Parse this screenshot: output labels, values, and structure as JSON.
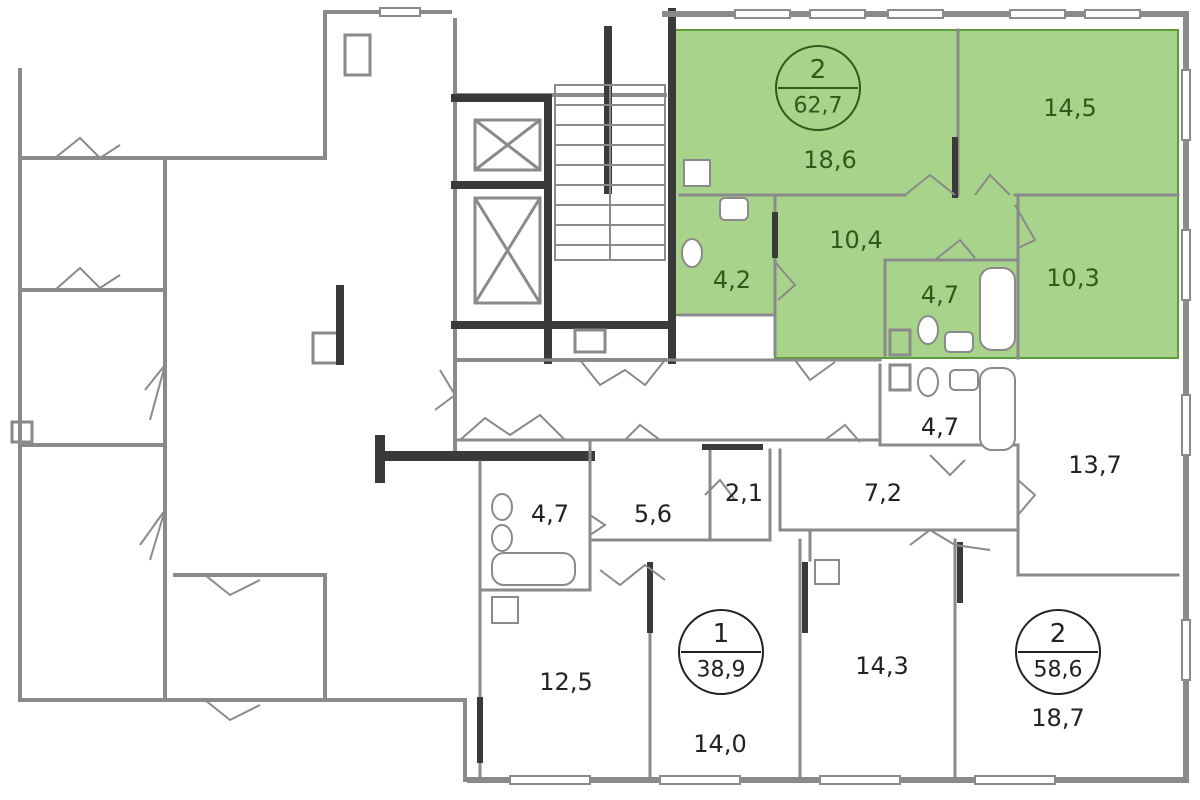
{
  "colors": {
    "highlight_fill": "#a8d38a",
    "highlight_stroke": "#5e9b3c",
    "wall": "#8a8a8a",
    "wall_dark": "#3a3a3a",
    "label_on_highlight": "#2f5a1e",
    "label_default": "#222222"
  },
  "apartments": [
    {
      "rooms": "2",
      "area": "62,7",
      "highlighted": true
    },
    {
      "rooms": "1",
      "area": "38,9",
      "highlighted": false
    },
    {
      "rooms": "2",
      "area": "58,6",
      "highlighted": false
    }
  ],
  "rooms": [
    {
      "area": "18,6",
      "apartment": 0
    },
    {
      "area": "14,5",
      "apartment": 0
    },
    {
      "area": "10,4",
      "apartment": 0
    },
    {
      "area": "10,3",
      "apartment": 0
    },
    {
      "area": "4,2",
      "apartment": 0
    },
    {
      "area": "4,7",
      "apartment": 0
    },
    {
      "area": "4,7",
      "apartment": 2
    },
    {
      "area": "13,7",
      "apartment": 2
    },
    {
      "area": "7,2",
      "apartment": 2
    },
    {
      "area": "2,1",
      "apartment": 1
    },
    {
      "area": "5,6",
      "apartment": 1
    },
    {
      "area": "4,7",
      "apartment": 1
    },
    {
      "area": "12,5",
      "apartment": 1
    },
    {
      "area": "14,0",
      "apartment": 1
    },
    {
      "area": "14,3",
      "apartment": 2
    },
    {
      "area": "18,7",
      "apartment": 2
    }
  ]
}
